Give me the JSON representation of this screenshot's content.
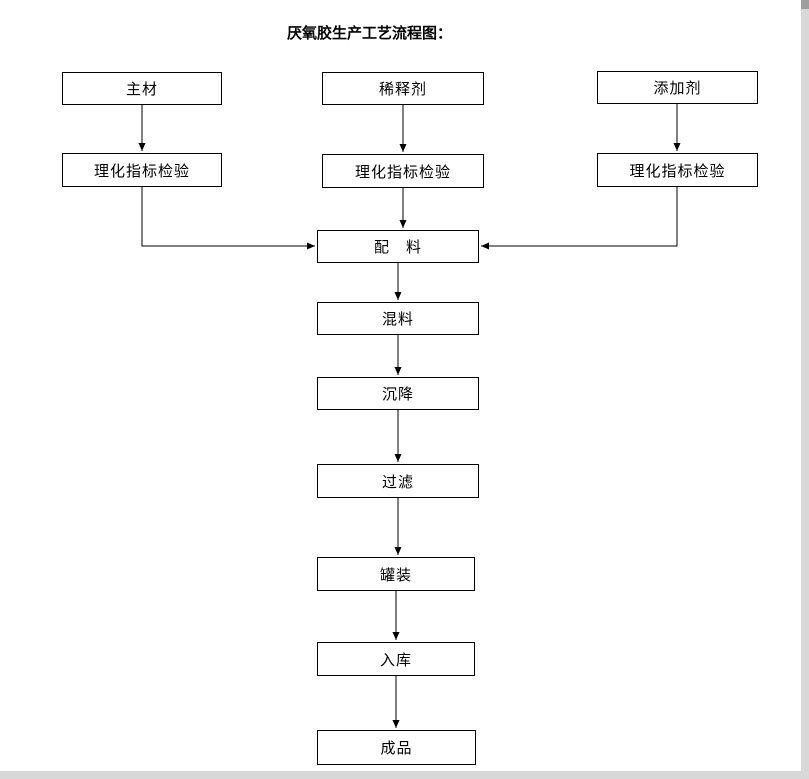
{
  "page": {
    "title": "厌氧胶生产工艺流程图："
  },
  "colors": {
    "box_border": "#000000",
    "background": "#ffffff",
    "edge_strip": "#d8d8d8"
  },
  "flow": {
    "inputs": [
      {
        "material": "主材",
        "inspection": "理化指标检验"
      },
      {
        "material": "稀释剂",
        "inspection": "理化指标检验"
      },
      {
        "material": "添加剂",
        "inspection": "理化指标检验"
      }
    ],
    "steps": [
      {
        "label": "配　料"
      },
      {
        "label": "混料"
      },
      {
        "label": "沉降"
      },
      {
        "label": "过滤"
      },
      {
        "label": "罐装"
      },
      {
        "label": "入库"
      },
      {
        "label": "成品"
      }
    ]
  }
}
